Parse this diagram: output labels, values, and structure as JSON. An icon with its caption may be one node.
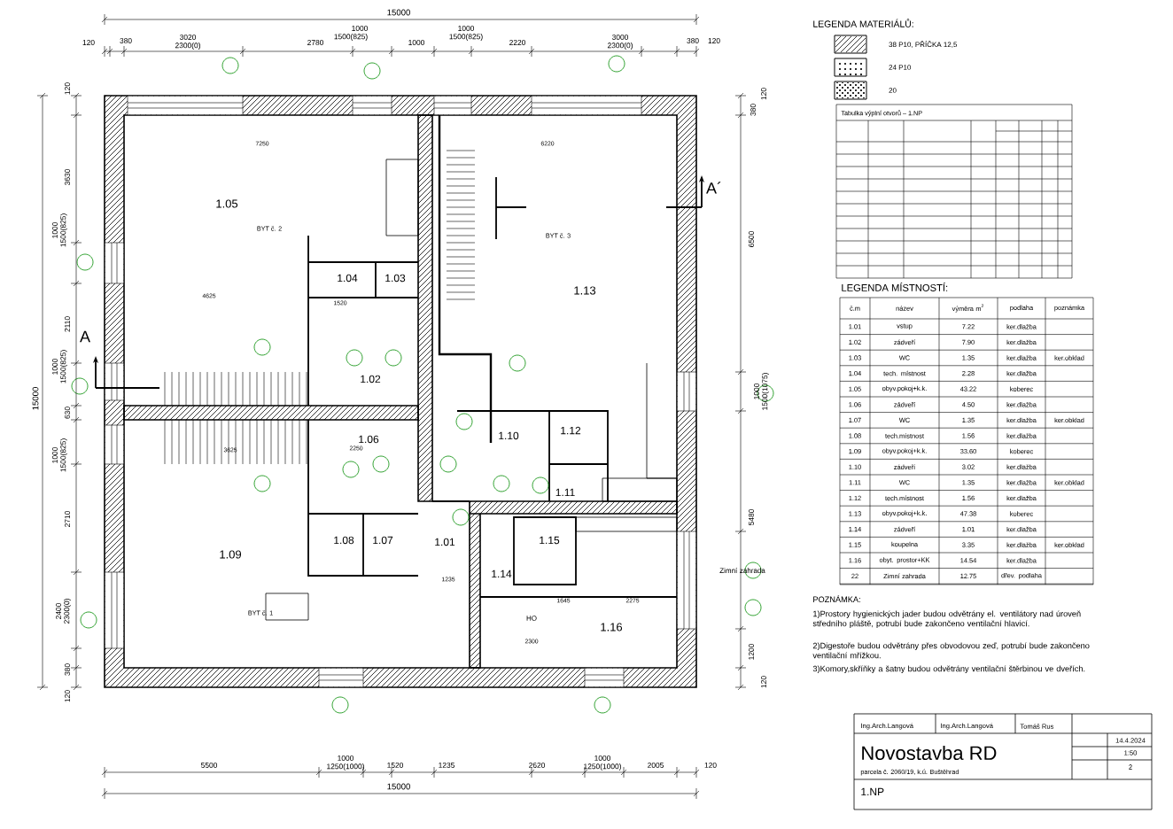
{
  "diagram": {
    "labels": [
      "15000",
      "120",
      "380",
      "3020",
      "2300(0)",
      "2780",
      "1000",
      "1500(825)",
      "1000",
      "1000",
      "1500(825)",
      "2220",
      "3000",
      "2300(0)",
      "380",
      "120",
      "15000",
      "120",
      "3630",
      "1000",
      "1500(825)",
      "2110",
      "1000",
      "1500(825)",
      "630",
      "1000",
      "1500(825)",
      "2710",
      "2400",
      "2300(0)",
      "380",
      "120",
      "120",
      "380",
      "6500",
      "1000",
      "1500(1075)",
      "5480",
      "1200",
      "120",
      "5500",
      "1000",
      "1250(1000)",
      "1520",
      "1235",
      "2620",
      "1000",
      "1250(1000)",
      "2005",
      "120",
      "15000",
      "7250",
      "6220",
      "4625",
      "3625",
      "1520",
      "2250",
      "1235",
      "2300",
      "1645",
      "2275",
      "1.05",
      "BYT č. 2",
      "1.04",
      "1.03",
      "1.02",
      "1.06",
      "1.08",
      "1.07",
      "1.09",
      "BYT č. 1",
      "1.01",
      "BYT č. 3",
      "1.13",
      "1.10",
      "1.12",
      "1.11",
      "1.15",
      "1.14",
      "HO",
      "1.16",
      "Zimní zahrada",
      "A",
      "A´",
      "LEGENDA MATERIÁLŮ:",
      "Tabulka výplní otvorů – 1.NP",
      "LEGENDA MÍSTNOSTÍ:",
      "č.m",
      "název",
      "výměra m$^{2}$",
      "podlaha",
      "poznámka",
      "1.01",
      "vstup",
      "7.22",
      "ker.dlažba",
      "1.02",
      "zádveří",
      "7.90",
      "ker.dlažba",
      "1.03",
      "WC",
      "1.35",
      "ker.dlažba",
      "ker.obklad",
      "1.04",
      "tech. místnost",
      "2.28",
      "ker.dlažba",
      "1.05",
      "obyv.pokoj+k.k.",
      "43.22",
      "koberec",
      "1.06",
      "zádveří",
      "4.50",
      "ker.dlažba",
      "1.07",
      "WC",
      "1.35",
      "ker.dlažba",
      "ker.obklad",
      "1.08",
      "tech.místnost",
      "1.56",
      "ker.dlažba",
      "1.09",
      "obyv.pokoj+k.k.",
      "33.60",
      "koberec",
      "1.10",
      "zádveří",
      "3.02",
      "ker.dlažba",
      "1.11",
      "WC",
      "1.35",
      "ker.dlažba",
      "ker.obklad",
      "1.12",
      "tech.místnost",
      "1.56",
      "ker.dlažba",
      "1.13",
      "obyv.pokoj+k.k.",
      "47.38",
      "koberec",
      "1.14",
      "zádveří",
      "1.01",
      "ker.dlažba",
      "1.15",
      "koupelna",
      "3.35",
      "ker.dlažba",
      "ker.obklad",
      "1.16",
      "obyt. prostor+KK",
      "14.54",
      "ker.dlažba",
      "22",
      "Zimní zahrada",
      "12.75",
      "dřev. podlaha",
      "POZNÁMKA:",
      "1)Prostory hygienických jader budou odvětrány el. ventilátory nad úroveň středního pláště, potrubí bude zakončeno ventilační hlavicí.",
      "2)Digestoře budou odvětrány přes obvodovou zeď, potrubí bude zakončeno ventilační mřížkou.",
      "3)Komory,skříňky a šatny budou odvětrány ventilační štěrbinou ve dveřích.",
      "Ing.Arch.Langová",
      "Ing.Arch.Langová",
      "Tomáš Rus",
      "Novostavba RD",
      "parcela č. 2060/19, k.ú. Buštěhrad",
      "14.4.2024",
      "1:50",
      "2",
      "1.NP"
    ],
    "legend": [
      {
        "text": "38 P10, PŘÍČKA 12,5"
      },
      {
        "text": "24 P10"
      },
      {
        "text": "20"
      }
    ]
  }
}
